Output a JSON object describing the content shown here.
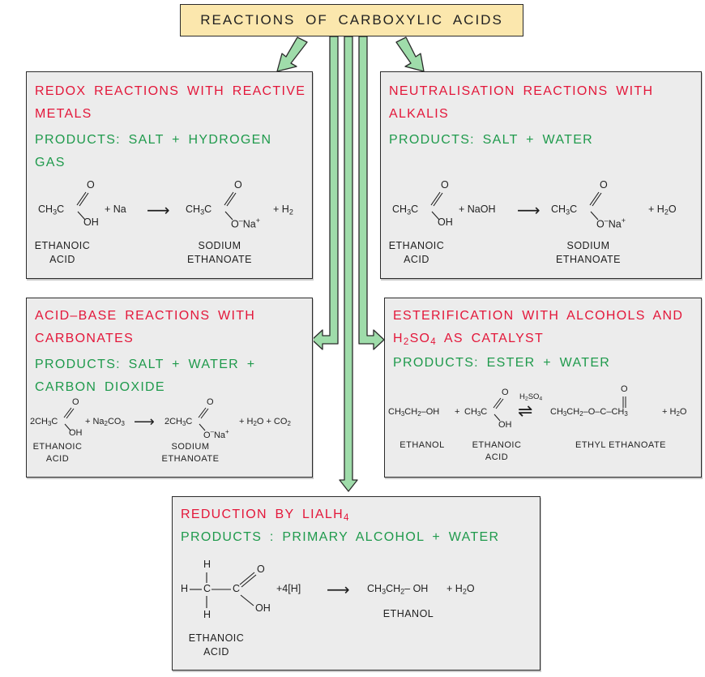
{
  "title": "REACTIONS OF CARBOXYLIC ACIDS",
  "colors": {
    "heading": "#e3173a",
    "products": "#1f9a4c",
    "arrow": "#9fdcaa",
    "title_bg": "#fbe7ad",
    "box_bg": "#ececec"
  },
  "boxes": {
    "redox": {
      "heading": "REDOX REACTIONS WITH REACTIVE METALS",
      "products": "PRODUCTS: SALT + HYDROGEN GAS",
      "reactant": "CH3C(O)OH",
      "reagent": "+ Na",
      "arrow": "⟶",
      "product": "CH3C(O)O⁻Na⁺",
      "byproduct": "+ H2",
      "label1": "ETHANOIC ACID",
      "label2": "SODIUM ETHANOATE"
    },
    "neutralisation": {
      "heading": "NEUTRALISATION REACTIONS WITH ALKALIS",
      "products": "PRODUCTS: SALT + WATER",
      "reagent": "+ NaOH",
      "byproduct": "+ H2O",
      "label1": "ETHANOIC ACID",
      "label2": "SODIUM ETHANOATE"
    },
    "acid_base": {
      "heading": "ACID–BASE REACTIONS WITH CARBONATES",
      "products": "PRODUCTS: SALT + WATER + CARBON DIOXIDE",
      "reagent": "+ Na2CO3",
      "byproduct": "+ H2O + CO2",
      "label1": "ETHANOIC ACID",
      "label2": "SODIUM ETHANOATE"
    },
    "esterification": {
      "heading": "ESTERIFICATION WITH ALCOHOLS AND H2SO4 AS CATALYST",
      "products": "PRODUCTS: ESTER + WATER",
      "label1": "ETHANOL",
      "label2": "ETHANOIC ACID",
      "label3": "ETHYL ETHANOATE"
    },
    "reduction": {
      "heading": "REDUCTION BY LiAlH4",
      "products": "PRODUCTS : PRIMARY ALCOHOL + WATER",
      "reagent": "+4[H]",
      "product": "CH3CH2–OH",
      "byproduct": "+ H2O",
      "label1": "ETHANOIC ACID",
      "label2": "ETHANOL"
    }
  },
  "glyphs": {
    "O": "O",
    "OH": "OH",
    "H": "H",
    "ONa": "O⁻Na⁺",
    "arrow": "⟶",
    "equilibrium": "⇌",
    "catalyst": "H2SO4"
  }
}
